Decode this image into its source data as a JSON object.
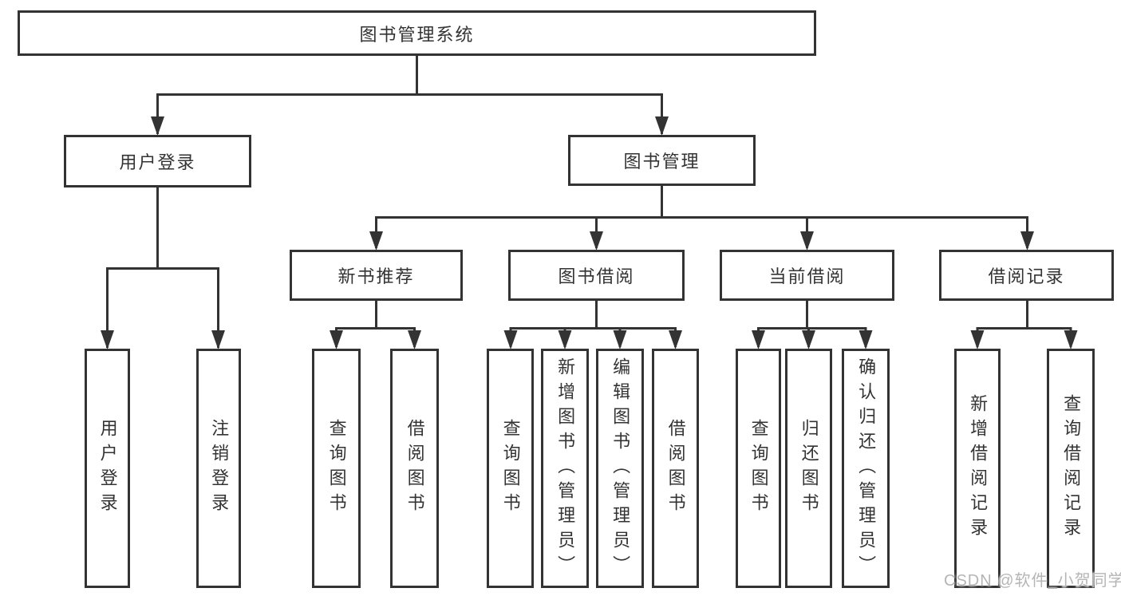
{
  "tree": {
    "root": {
      "label": "图书管理系统",
      "children": [
        {
          "label": "用户登录",
          "children": [
            {
              "label": "用户登录"
            },
            {
              "label": "注销登录"
            }
          ]
        },
        {
          "label": "图书管理",
          "children": [
            {
              "label": "新书推荐",
              "children": [
                {
                  "label": "查询图书"
                },
                {
                  "label": "借阅图书"
                }
              ]
            },
            {
              "label": "图书借阅",
              "children": [
                {
                  "label": "查询图书"
                },
                {
                  "label": "新增图书（管理员）"
                },
                {
                  "label": "编辑图书（管理员）"
                },
                {
                  "label": "借阅图书"
                }
              ]
            },
            {
              "label": "当前借阅",
              "children": [
                {
                  "label": "查询图书"
                },
                {
                  "label": "归还图书"
                },
                {
                  "label": "确认归还（管理员）"
                }
              ]
            },
            {
              "label": "借阅记录",
              "children": [
                {
                  "label": "新增借阅记录"
                },
                {
                  "label": "查询借阅记录"
                }
              ]
            }
          ]
        }
      ]
    }
  },
  "watermark": {
    "text": "CSDN @软件_小贺同学"
  },
  "colors": {
    "line": "#333333",
    "box_border": "#333333",
    "text": "#333333",
    "watermark": "#b5b5b5",
    "background": "#ffffff"
  }
}
